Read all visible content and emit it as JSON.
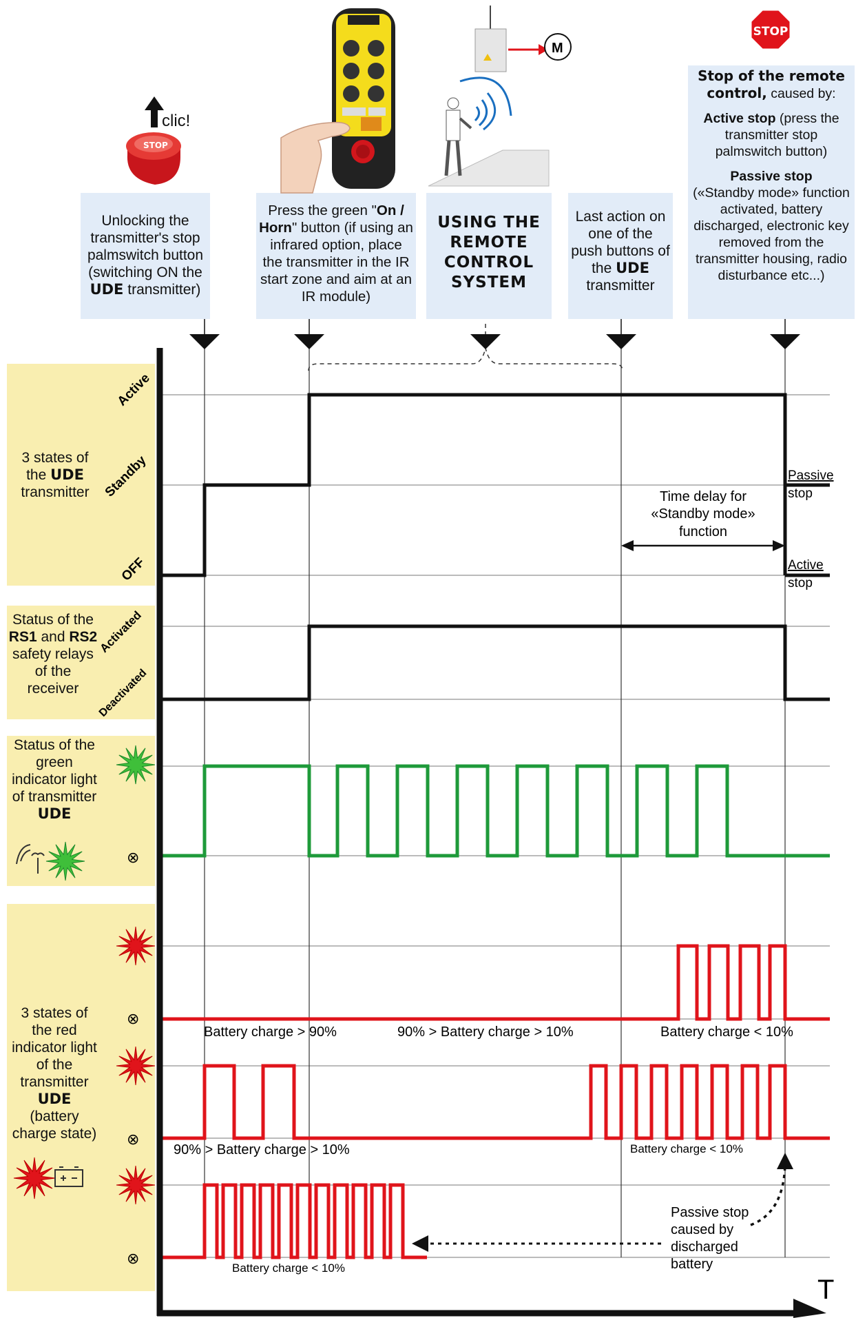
{
  "stop_sign": "STOP",
  "click_label": "clic!",
  "motor_label": "M",
  "transmitter_stop_label": "STOP",
  "boxes": {
    "unlock": {
      "pre": "Unlocking the transmitter's stop palmswitch button (switching ON the ",
      "bold": "UDE",
      "post": " transmitter)"
    },
    "press": {
      "pre": "Press the green \"",
      "bold": "On / Horn",
      "post": "\" button (if using an infrared option, place the transmitter in the IR start zone and aim at an IR module)"
    },
    "using": "USING THE REMOTE CONTROL SYSTEM",
    "last": {
      "pre": "Last action on one of the push buttons of the ",
      "bold": "UDE",
      "post": " transmitter"
    },
    "stop": {
      "title_bold": "Stop of the remote control,",
      "title_post": " caused by:",
      "active_bold": "Active stop",
      "active_post": " (press the transmitter stop palmswitch button)",
      "passive_bold": "Passive stop",
      "passive_post": "(«Standby mode» function activated, battery discharged, electronic key removed from the transmitter housing, radio disturbance etc...)"
    }
  },
  "sections": {
    "states": {
      "pre": "3 states of the ",
      "bold": "UDE",
      "post": " transmitter"
    },
    "relays": {
      "pre": "Status of the ",
      "rs1": "RS1",
      "mid": " and ",
      "rs2": "RS2",
      "post": " safety relays of the receiver"
    },
    "green": {
      "pre": "Status of the green indicator light of transmitter ",
      "bold": "UDE"
    },
    "red": {
      "pre": "3 states of the red indicator light of the transmitter ",
      "bold": "UDE",
      "post": "(battery charge state)"
    }
  },
  "state_labels": {
    "active": "Active",
    "standby": "Standby",
    "off": "OFF",
    "activated": "Activated",
    "deactivated": "Deactivated"
  },
  "right_labels": {
    "passive1": "Passive",
    "passive2": "stop",
    "active1": "Active",
    "active2": "stop"
  },
  "time_delay": [
    "Time delay for",
    "«Standby mode»",
    "function"
  ],
  "battery_labels": {
    "r1_a": "Battery charge > 90%",
    "r1_b": "90% > Battery charge > 10%",
    "r1_c": "Battery charge < 10%",
    "r2_a": "90% > Battery charge > 10%",
    "r2_b": "Battery charge < 10%",
    "r3_a": "Battery charge < 10%"
  },
  "passive_note": [
    "Passive stop",
    "caused by",
    "discharged",
    "battery"
  ],
  "axis_label": "T",
  "off_symbol": "⊗",
  "colors": {
    "box": "#f9eeb0",
    "bluebox": "#e2ecf8",
    "green": "#1e9a3a",
    "red": "#e0141b",
    "black": "#111111"
  }
}
